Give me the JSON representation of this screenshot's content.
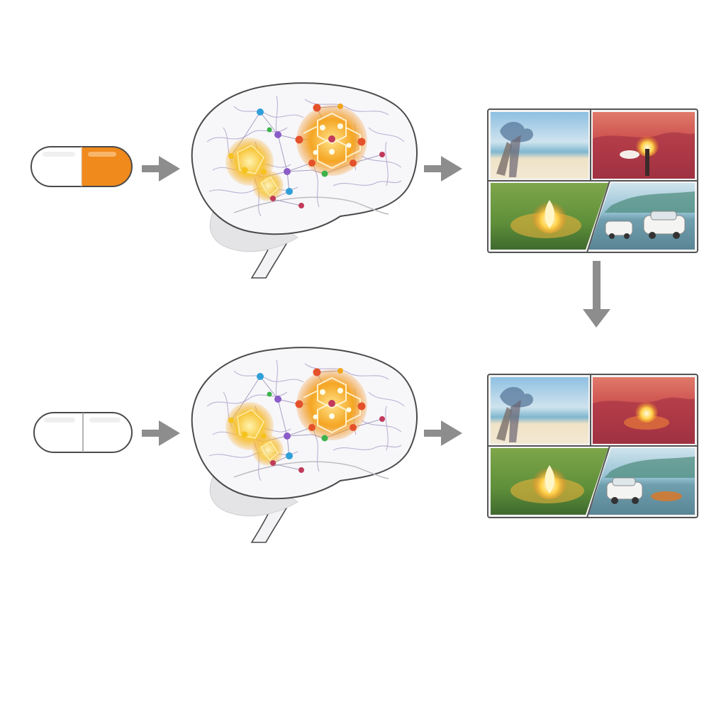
{
  "diagram": {
    "rows": [
      {
        "id": "drug",
        "pill": {
          "left_color": "#ffffff",
          "right_color": "#f08a1c"
        },
        "brain": {
          "network_colors": [
            "#f6c21d",
            "#f2a51a",
            "#e4512a",
            "#8b5cc8",
            "#2f9fd8",
            "#3bb34a"
          ]
        },
        "panels": [
          {
            "scene": "beach-with-dead-tree",
            "palette": [
              "#7fb2d6",
              "#e9dcc0"
            ]
          },
          {
            "scene": "red-landscape-with-flame",
            "palette": [
              "#c9494a",
              "#f3b15a"
            ]
          },
          {
            "scene": "green-field-with-fire",
            "palette": [
              "#6d9a3e",
              "#f7b23b"
            ]
          },
          {
            "scene": "road-with-white-cars",
            "palette": [
              "#7ba6b8",
              "#f4f4f2"
            ]
          }
        ]
      },
      {
        "id": "placebo",
        "pill": {
          "left_color": "#ffffff",
          "right_color": "#ffffff"
        },
        "brain": {
          "network_colors": [
            "#f6c21d",
            "#f2a51a",
            "#e4512a",
            "#8b5cc8",
            "#2f9fd8",
            "#3bb34a"
          ]
        },
        "panels": [
          {
            "scene": "beach-with-dead-tree",
            "palette": [
              "#7fb2d6",
              "#e9dcc0"
            ]
          },
          {
            "scene": "red-landscape-with-flame",
            "palette": [
              "#c9494a",
              "#f3b15a"
            ]
          },
          {
            "scene": "green-field-with-fire",
            "palette": [
              "#6d9a3e",
              "#f7b23b"
            ]
          },
          {
            "scene": "road-with-white-car",
            "palette": [
              "#7ba6b8",
              "#f4f4f2"
            ]
          }
        ]
      }
    ],
    "colors": {
      "arrow": "#8d8d8d",
      "outline": "#4a4a4a",
      "brain_fill": "#f7f7f9",
      "vein": "#b7a9cf",
      "cerebellum": "#e4e4e6"
    }
  }
}
